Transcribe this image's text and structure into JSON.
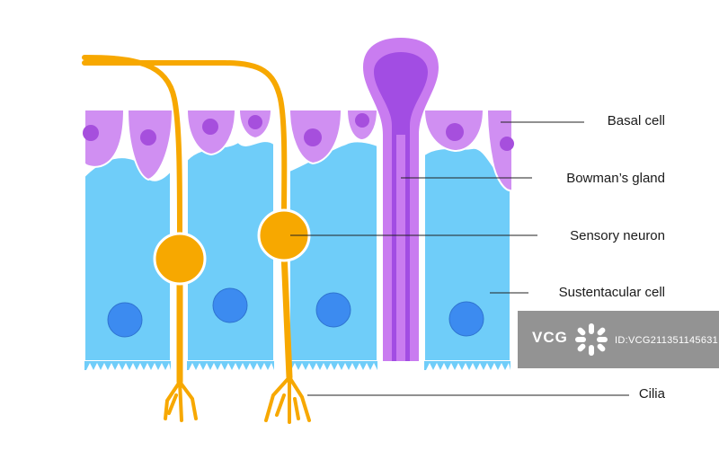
{
  "labels": {
    "basal_cell": "Basal cell",
    "bowmans_gland": "Bowman’s gland",
    "sensory_neuron": "Sensory neuron",
    "sustentacular_cell": "Sustentacular cell",
    "cilia": "Cilia"
  },
  "watermark": {
    "logo": "VCG",
    "id": "ID:VCG211351145631"
  },
  "colors": {
    "sustentacular_fill": "#6fcdf9",
    "nucleus_blue": "#3c8bf0",
    "basal_fill": "#d08ff2",
    "basal_nucleus": "#a64fdd",
    "gland_outer": "#c97cf0",
    "gland_inner": "#a24de3",
    "neuron": "#f7a800",
    "leader_line": "#222222",
    "watermark_bg": "#8a8a8a"
  }
}
